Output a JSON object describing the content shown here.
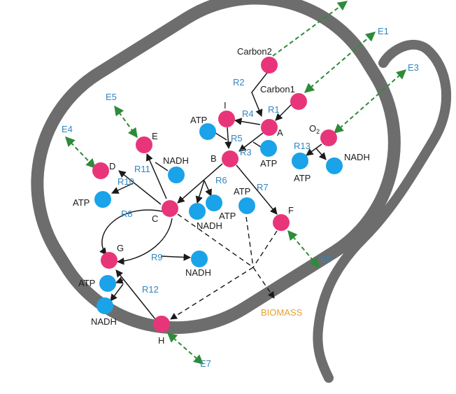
{
  "colors": {
    "cell_wall": "#6d6d6d",
    "metabolite": "#e8357a",
    "cofactor": "#1aa3e8",
    "reaction_label": "#2e86c1",
    "exchange_arrow": "#2e8b3a",
    "biomass": "#e8a02a",
    "text": "#1a1a1a"
  },
  "metabolites": {
    "carbon2": "Carbon2",
    "carbon1": "Carbon1",
    "a": "A",
    "b": "B",
    "c": "C",
    "d": "D",
    "e": "E",
    "f": "F",
    "g": "G",
    "h": "H",
    "i": "I",
    "o2": "O",
    "o2_sub": "2"
  },
  "cofactors": {
    "atp_r4": "ATP",
    "atp_r3": "ATP",
    "atp_r10": "ATP",
    "atp_r6": "ATP",
    "atp_r7": "ATP",
    "atp_r12": "ATP",
    "atp_r13": "ATP",
    "nadh_r11": "NADH",
    "nadh_r6": "NADH",
    "nadh_r9": "NADH",
    "nadh_r12": "NADH",
    "nadh_r13": "NADH"
  },
  "reactions": {
    "r1": "R1",
    "r2": "R2",
    "r3": "R3",
    "r4": "R4",
    "r5": "R5",
    "r6": "R6",
    "r7": "R7",
    "r8": "R8",
    "r9": "R9",
    "r10": "R10",
    "r11": "R11",
    "r12": "R12",
    "r13": "R13"
  },
  "exchanges": {
    "e1": "E1",
    "e3": "E3",
    "e4": "E4",
    "e5": "E5",
    "e6": "E6",
    "e7": "E7"
  },
  "biomass": "BIOMASS"
}
